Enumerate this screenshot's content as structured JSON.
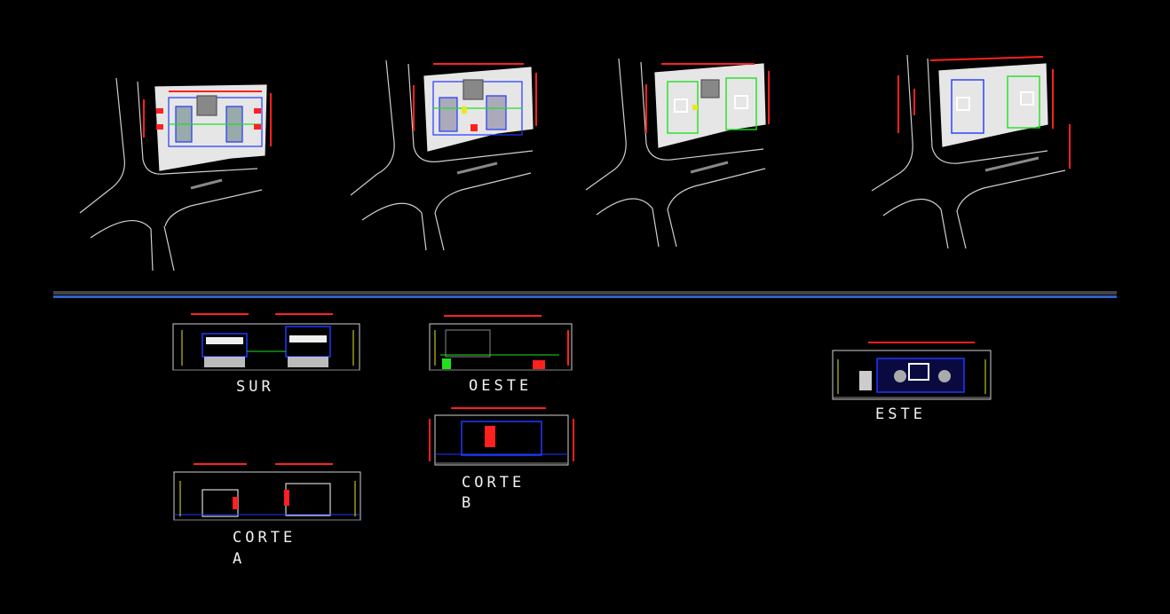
{
  "labels": {
    "sur": "SUR",
    "oeste": "OESTE",
    "corte_b_1": "CORTE",
    "corte_b_2": "B",
    "corte_a_1": "CORTE",
    "corte_a_2": "A",
    "este": "ESTE"
  },
  "colors": {
    "background": "#000000",
    "lines": "#d0d0d0",
    "site": "#e6e6e6",
    "dimension": "#ff2020",
    "structure": "#2038ff",
    "green": "#20e020",
    "yellow": "#e8e820",
    "divider": "#2f5fc8"
  }
}
